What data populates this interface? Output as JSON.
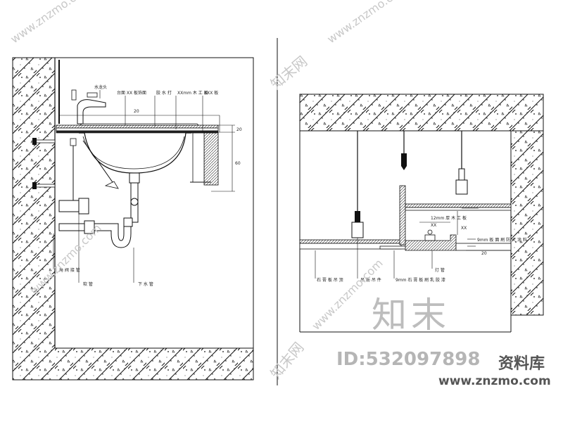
{
  "left_section": {
    "labels": {
      "faucet": "水龙头",
      "top_layer": "台面 XX 板饰面",
      "mid_layer": "胶 水 打",
      "layer3": "XXmm 木 工 板",
      "layer4": "XXX 板",
      "dim_top": "20",
      "dim_side": "60",
      "dim_right": "20",
      "valve": "角 阀 接 管",
      "hose": "软 管",
      "drain": "下 水 管"
    }
  },
  "right_section": {
    "labels": {
      "board_a": "12mm 厚 木 工 板",
      "board_b": "9mm 板 面 刷 防 火 涂 料",
      "dim_x": "XX",
      "dim_y": "XX",
      "dim_z": "20",
      "ceiling": "石 膏 板 吊 顶",
      "hanger": "吊 筋 吊 件",
      "paint": "9mm 石 膏 板 刷 乳 胶 漆",
      "lamp": "灯 管"
    }
  },
  "watermarks": {
    "url_text": "www.znzmo.com",
    "logo_text": "知末网"
  },
  "overlay": {
    "brand": "知末",
    "id_text": "ID:532097898",
    "library": "资料库",
    "url": "www.znzmo.com"
  }
}
